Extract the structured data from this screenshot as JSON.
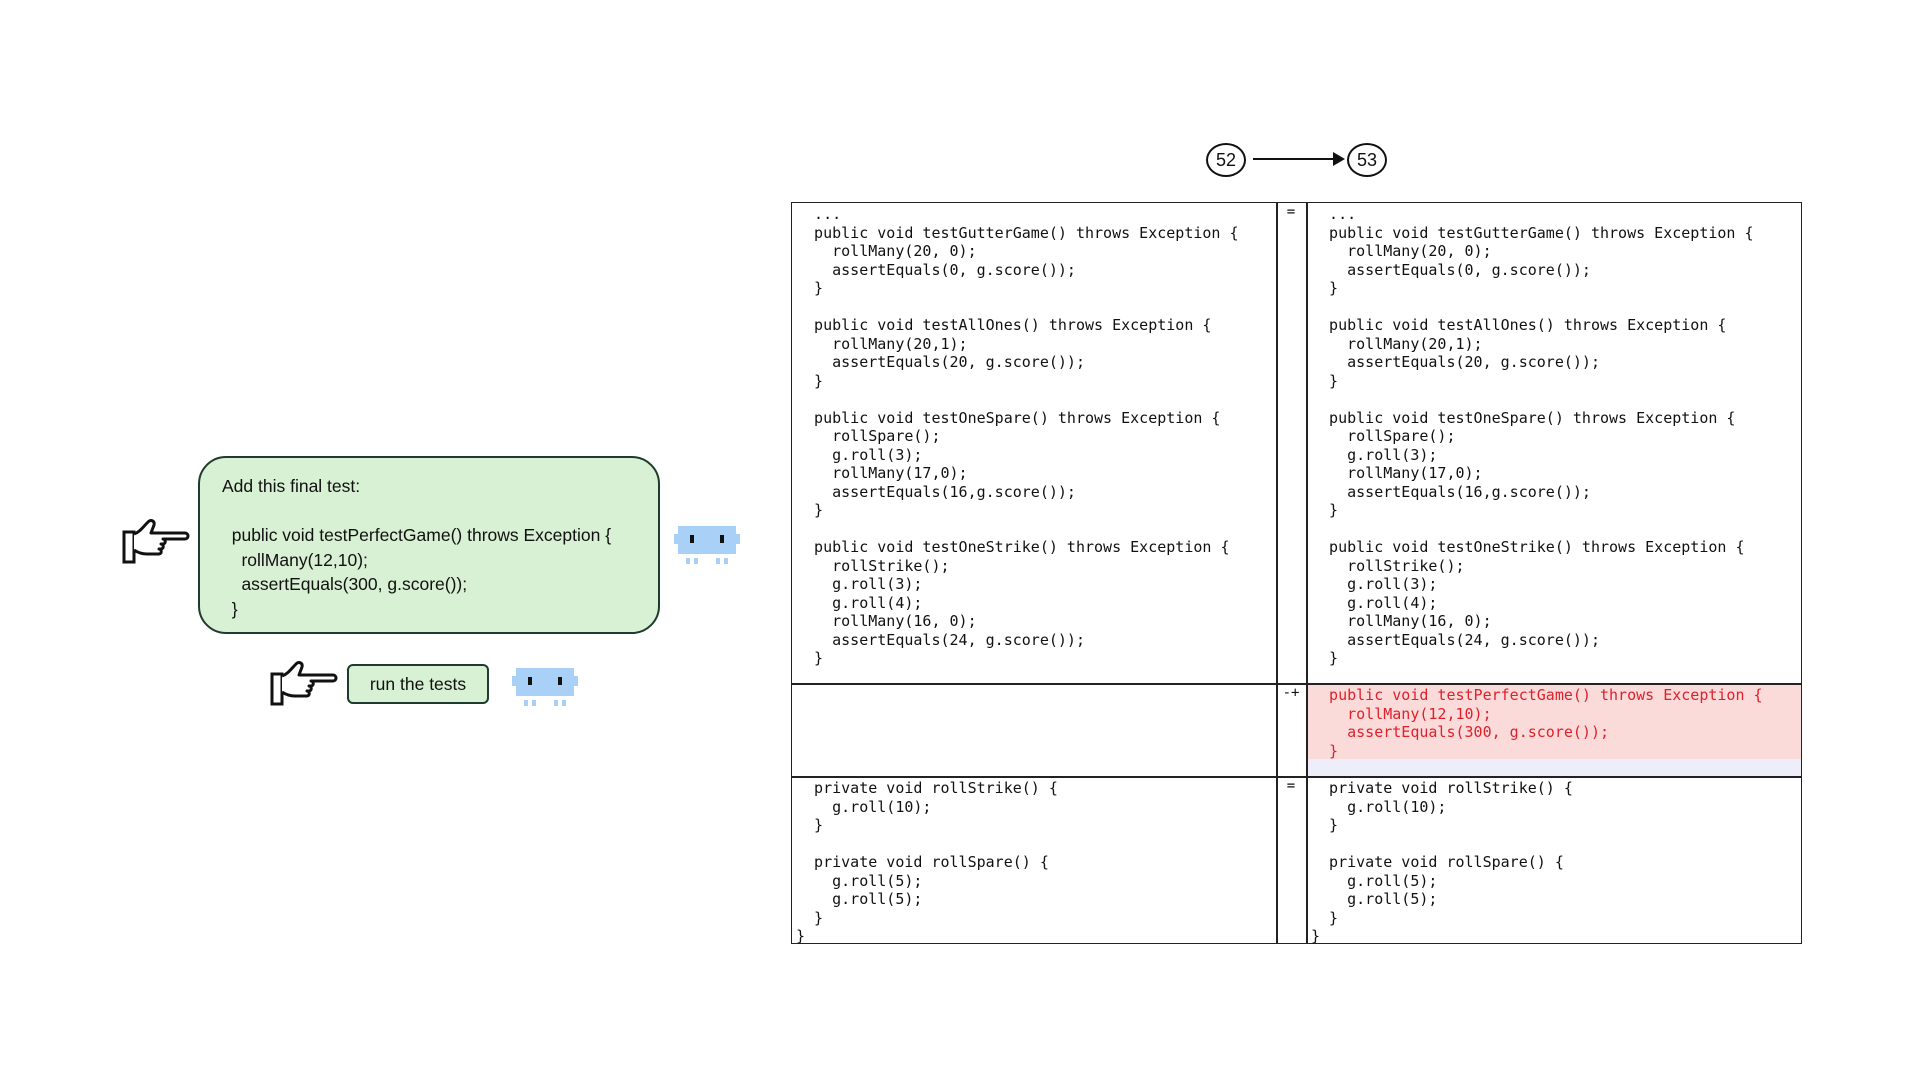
{
  "prompt": {
    "bubble_lines": [
      "Add this final test:",
      "",
      "  public void testPerfectGame() throws Exception {",
      "    rollMany(12,10);",
      "    assertEquals(300, g.score());",
      "  }"
    ],
    "run_button": "run the tests",
    "colors": {
      "bubble_fill": "#d8f0d3",
      "bot_color": "#a9d1f7"
    },
    "icons": [
      "pointing-hand-icon",
      "robot-icon"
    ]
  },
  "versions": {
    "from": "52",
    "to": "53"
  },
  "diff": {
    "block1_marker": "=",
    "block2_marker": "-+",
    "block3_marker": "=",
    "block1_left": "  ...\n  public void testGutterGame() throws Exception {\n    rollMany(20, 0);\n    assertEquals(0, g.score());\n  }\n\n  public void testAllOnes() throws Exception {\n    rollMany(20,1);\n    assertEquals(20, g.score());\n  }\n\n  public void testOneSpare() throws Exception {\n    rollSpare();\n    g.roll(3);\n    rollMany(17,0);\n    assertEquals(16,g.score());\n  }\n\n  public void testOneStrike() throws Exception {\n    rollStrike();\n    g.roll(3);\n    g.roll(4);\n    rollMany(16, 0);\n    assertEquals(24, g.score());\n  }",
    "block1_right": "  ...\n  public void testGutterGame() throws Exception {\n    rollMany(20, 0);\n    assertEquals(0, g.score());\n  }\n\n  public void testAllOnes() throws Exception {\n    rollMany(20,1);\n    assertEquals(20, g.score());\n  }\n\n  public void testOneSpare() throws Exception {\n    rollSpare();\n    g.roll(3);\n    rollMany(17,0);\n    assertEquals(16,g.score());\n  }\n\n  public void testOneStrike() throws Exception {\n    rollStrike();\n    g.roll(3);\n    g.roll(4);\n    rollMany(16, 0);\n    assertEquals(24, g.score());\n  }",
    "block2_right": "  public void testPerfectGame() throws Exception {\n    rollMany(12,10);\n    assertEquals(300, g.score());\n  }",
    "block3_left": "  private void rollStrike() {\n    g.roll(10);\n  }\n\n  private void rollSpare() {\n    g.roll(5);\n    g.roll(5);\n  }\n}",
    "block3_right": "  private void rollStrike() {\n    g.roll(10);\n  }\n\n  private void rollSpare() {\n    g.roll(5);\n    g.roll(5);\n  }\n}",
    "colors": {
      "added_bg": "#fbdada",
      "added_text": "#e0202a",
      "pad_bg": "#eeeefb"
    }
  }
}
